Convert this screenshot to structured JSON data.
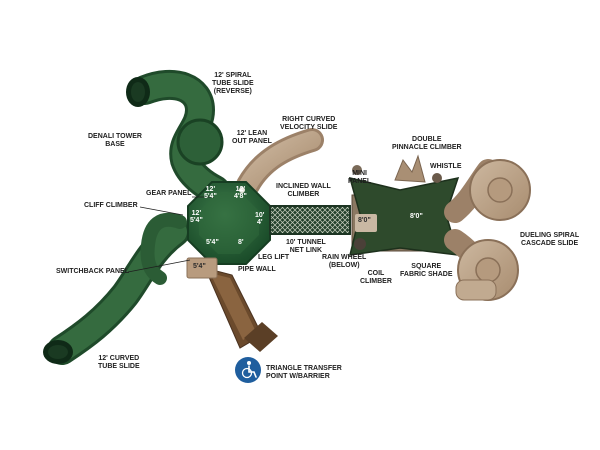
{
  "labels": {
    "spiral_reverse": [
      "12' SPIRAL",
      "TUBE SLIDE",
      "(REVERSE)"
    ],
    "denali": [
      "DENALI TOWER",
      "BASE"
    ],
    "lean_out": [
      "12' LEAN",
      "OUT PANEL"
    ],
    "velocity": [
      "RIGHT CURVED",
      "VELOCITY SLIDE"
    ],
    "gear": "GEAR PANEL",
    "cliff": "CLIFF CLIMBER",
    "switchback": "SWITCHBACK PANEL",
    "inclined": [
      "INCLINED WALL",
      "CLIMBER"
    ],
    "tunnel": [
      "10' TUNNEL",
      "NET LINK"
    ],
    "leg_lift": "LEG LIFT",
    "pipe_wall": "PIPE WALL",
    "mini_panel": [
      "MINI",
      "PANEL"
    ],
    "rain_wheel": [
      "RAIN WHEEL",
      "(BELOW)"
    ],
    "coil": [
      "COIL",
      "CLIMBER"
    ],
    "square_shade": [
      "SQUARE",
      "FABRIC SHADE"
    ],
    "double_pinnacle": [
      "DOUBLE",
      "PINNACLE CLIMBER"
    ],
    "whistle": "WHISTLE",
    "dueling": [
      "DUELING SPIRAL",
      "CASCADE SLIDE"
    ],
    "curved_tube": [
      "12' CURVED",
      "TUBE SLIDE"
    ],
    "triangle": [
      "TRIANGLE TRANSFER",
      "POINT W/BARRIER"
    ]
  },
  "dimensions": {
    "d12_5_4": [
      "12'",
      "5'4\""
    ],
    "d12_4_8": [
      "12'",
      "4'8\""
    ],
    "d12_5_4b": [
      "12'",
      "5'4\""
    ],
    "d10_4": [
      "10'",
      "4'"
    ],
    "d5_4_bottom": "5'4\"",
    "d8": "8'",
    "d5_4_side": "5'4\"",
    "d8_0_left": "8'0\"",
    "d8_0_right": "8'0\""
  },
  "icons": {
    "accessibility": "wheelchair-accessibility-icon"
  },
  "colors": {
    "tower_green": "#1f5a33",
    "slide_green": "#2d5e36",
    "tan": "#b89b7e",
    "shade_green": "#2e4a2c",
    "accessibility_blue": "#1f5e9e"
  }
}
